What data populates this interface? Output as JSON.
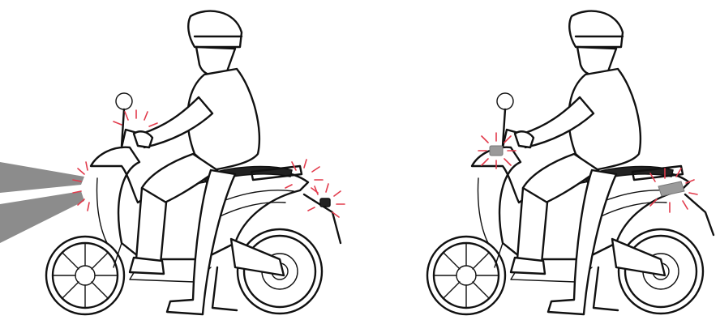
{
  "figures": [
    {
      "id": "left",
      "illustration": "rider-on-scooter",
      "lights_flashing": [
        "headlight",
        "front-indicator",
        "rear-light",
        "rear-indicator"
      ],
      "headlight_beam_visible": true
    },
    {
      "id": "right",
      "illustration": "rider-on-scooter",
      "lights_flashing": [
        "left-handlebar-indicator",
        "rear-brake-light"
      ],
      "headlight_beam_visible": false
    }
  ],
  "colors": {
    "line": "#111111",
    "beam": "#8c8c8c",
    "flash": "#e23b4c",
    "background": "#ffffff"
  }
}
